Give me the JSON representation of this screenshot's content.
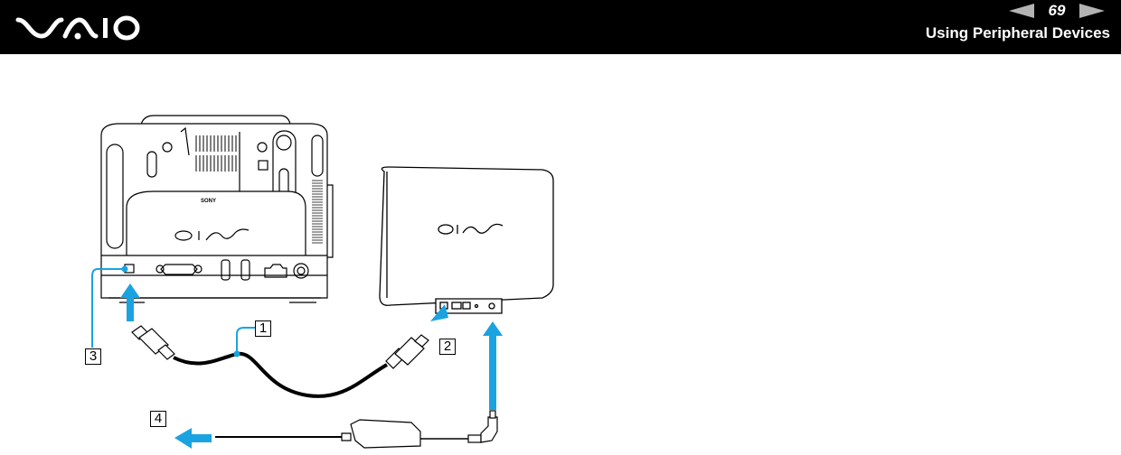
{
  "header": {
    "brand": "VAIO",
    "page_number": "69",
    "section_title": "Using Peripheral Devices",
    "prev_icon": "arrow-left-icon",
    "next_icon": "arrow-right-icon"
  },
  "figure": {
    "description": "Connecting an external optical disc drive to the computer via i.LINK cable with AC adapter",
    "accent_color": "#1aa3e0",
    "callouts": [
      {
        "id": "1",
        "label": "1"
      },
      {
        "id": "2",
        "label": "2"
      },
      {
        "id": "3",
        "label": "3"
      },
      {
        "id": "4",
        "label": "4"
      }
    ],
    "computer_logo": "VAIO",
    "computer_brand": "SONY",
    "drive_logo": "VAIO"
  }
}
